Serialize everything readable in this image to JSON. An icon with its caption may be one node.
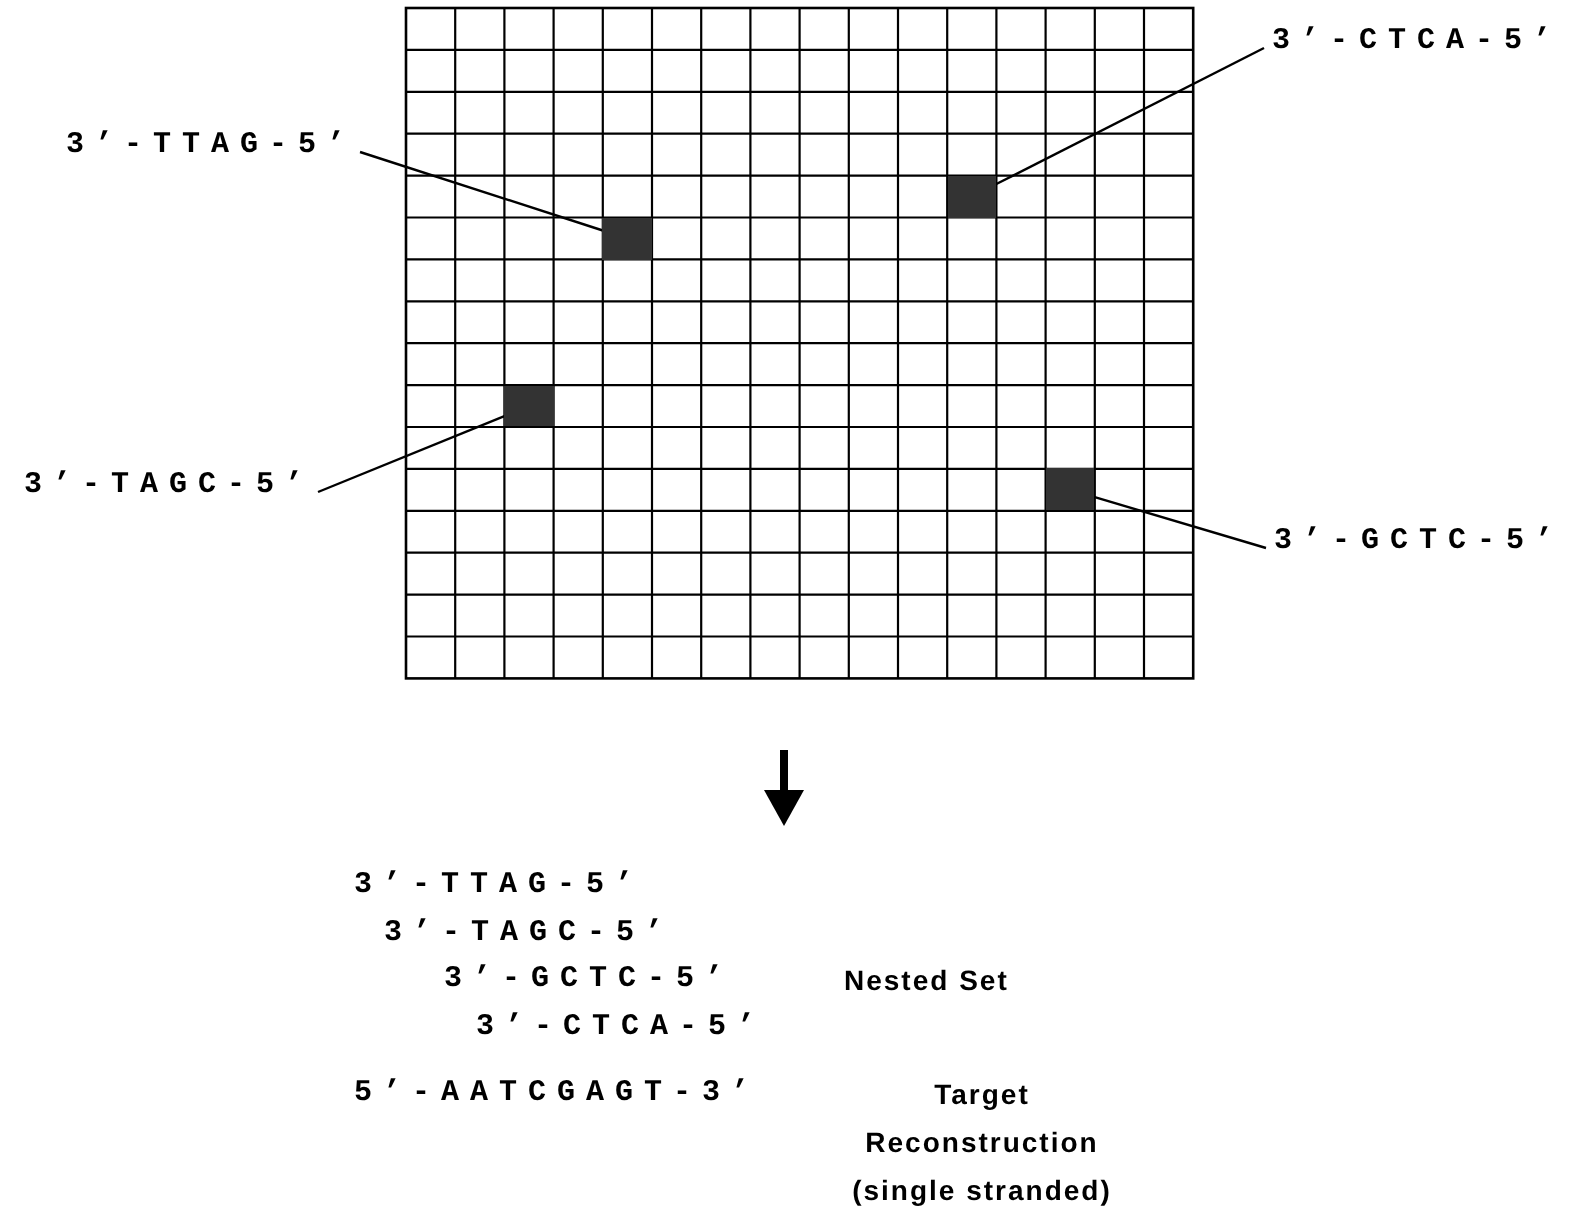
{
  "diagram": {
    "nodes": [
      {
        "text": [
          "3’-CTCA-5’"
        ]
      },
      {
        "text": [
          "3’-TTAG-5’"
        ]
      },
      {
        "text": [
          "3’-TAGC-5’"
        ]
      },
      {
        "text": [
          "3’-GCTC-5’"
        ]
      },
      {
        "text": [],
        "shape": "box"
      },
      {
        "text": [],
        "shape": "box"
      },
      {
        "text": [],
        "shape": "box"
      },
      {
        "text": [],
        "shape": "box"
      }
    ],
    "edges": [
      {
        "from": 0,
        "to": 4,
        "arrow": "none"
      },
      {
        "from": 1,
        "to": 5,
        "arrow": "none"
      },
      {
        "from": 2,
        "to": 6,
        "arrow": "none"
      },
      {
        "from": 3,
        "to": 7,
        "arrow": "none"
      }
    ],
    "labels": [
      "3’-TTAG-5’",
      "3’-TAGC-5’",
      "3’-GCTC-5’",
      "Nested Set",
      "3’-CTCA-5’",
      "5’-AATCGAGT-3’",
      "Target Reconstruction (single stranded)"
    ]
  }
}
